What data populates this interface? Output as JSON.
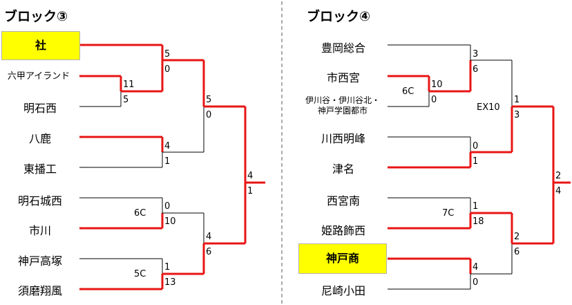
{
  "colors": {
    "win": "#e81414",
    "lose": "#000000",
    "highlight": "#ffff00",
    "divider": "#555555"
  },
  "block3": {
    "title": "ブロック③",
    "teams": [
      "社",
      "六甲アイランド",
      "明石西",
      "八鹿",
      "東播工",
      "明石城西",
      "市川",
      "神戸高塚",
      "須磨翔風"
    ],
    "highlight": "社",
    "scores": {
      "r1a_top": "11",
      "r1a_bot": "5",
      "r1b_top": "0",
      "r1b_bot": "10",
      "r1b_note": "6C",
      "r1c_top": "1",
      "r1c_bot": "13",
      "r1c_note": "5C",
      "r2a_top": "5",
      "r2a_bot": "0",
      "r2b_top": "4",
      "r2b_bot": "1",
      "r2c_top": "4",
      "r2c_bot": "6",
      "r3_top": "5",
      "r3_bot": "0",
      "f_top": "4",
      "f_bot": "1"
    }
  },
  "block4": {
    "title": "ブロック④",
    "teams": [
      "豊岡総合",
      "市西宮",
      "伊川谷・伊川谷北・\n神戸学園都市",
      "川西明峰",
      "津名",
      "西宮南",
      "姫路飾西",
      "神戸商",
      "尼崎小田"
    ],
    "highlight": "神戸商",
    "scores": {
      "r1a_top": "10",
      "r1a_bot": "0",
      "r1a_note": "6C",
      "r1b_top": "1",
      "r1b_bot": "18",
      "r1b_note": "7C",
      "r2a_top": "3",
      "r2a_bot": "6",
      "r2b_top": "0",
      "r2b_bot": "1",
      "r2c_top": "2",
      "r2c_bot": "6",
      "r2d_top": "4",
      "r2d_bot": "0",
      "r3a_top": "1",
      "r3a_bot": "3",
      "r3a_note": "EX10",
      "f_top": "2",
      "f_bot": "4"
    }
  }
}
